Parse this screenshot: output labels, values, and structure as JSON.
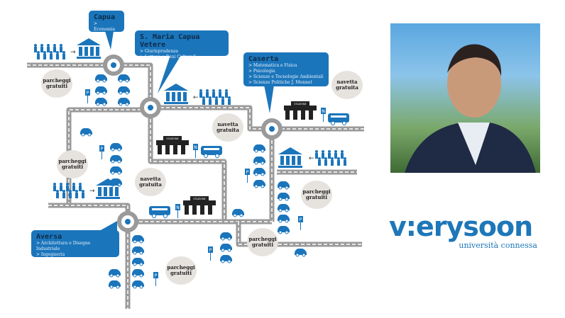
{
  "campuses": [
    {
      "name": "Capua",
      "courses": [
        "> Economia"
      ]
    },
    {
      "name": "S. Maria Capua Vetere",
      "courses": [
        "> Giurisprudenza",
        "> Lettere e Beni Culturali"
      ]
    },
    {
      "name": "Caserta",
      "courses": [
        "> Matematica e Fisica",
        "> Psicologia",
        "> Scienze e Tecnologie Ambientali",
        "> Scienze Politiche J. Monnet"
      ]
    },
    {
      "name": "Aversa",
      "courses": [
        "> Architettura e Disegno Industriale",
        "> Ingegneria"
      ]
    }
  ],
  "bubbles": {
    "parking_line1": "parcheggi",
    "parking_line2": "gratuiti",
    "shuttle_line1": "navetta",
    "shuttle_line2": "gratuita"
  },
  "station_label": "STAZIONE",
  "parking_sign": "P",
  "shuttle_sign": "N",
  "logo": {
    "brand": "v:erysoon",
    "tagline": "università connessa"
  },
  "colors": {
    "accent": "#1b75bb",
    "road": "#9a9a9a",
    "bubble": "#e6e3df",
    "station": "#222222"
  }
}
